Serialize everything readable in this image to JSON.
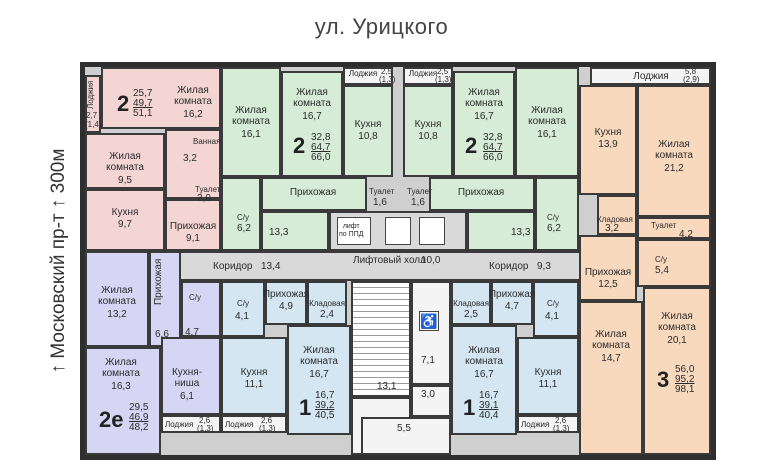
{
  "street": "ул. Урицкого",
  "side_note": "↑ Московский пр-т ↑ 300м",
  "labels": {
    "zhilaya_komnata": "Жилая\nкомната",
    "kuhnya": "Кухня",
    "prihozhaya": "Прихожая",
    "lodzhiya": "Лоджия",
    "tualet": "Туалет",
    "vannaya": "Ванная",
    "su": "С/у",
    "kladovaya": "Кладовая",
    "kuhnya_nisha": "Кухня-\nниша",
    "koridor": "Коридор",
    "liftovy_holl": "Лифтовый холл",
    "lift_label": "лифт\nпо ППД"
  },
  "apartments": [
    {
      "rooms": "2",
      "area_living": "25,7",
      "area_total": "49,7",
      "area_with_loggia": "51,1",
      "color": "#f3d6d4"
    },
    {
      "rooms": "2",
      "area_living": "32,8",
      "area_total": "64,7",
      "area_with_loggia": "66,0",
      "color": "#d6ecd6"
    },
    {
      "rooms": "2",
      "area_living": "32,8",
      "area_total": "64,7",
      "area_with_loggia": "66,0",
      "color": "#d6ecd6"
    },
    {
      "rooms": "3",
      "area_living": "56,0",
      "area_total": "95,2",
      "area_with_loggia": "98,1",
      "color": "#f9d9bd"
    },
    {
      "rooms": "2е",
      "area_living": "29,5",
      "area_total": "46,9",
      "area_with_loggia": "48,2",
      "color": "#d6d6f4"
    },
    {
      "rooms": "1",
      "area_living": "16,7",
      "area_total": "39,2",
      "area_with_loggia": "40,5",
      "color": "#d3e6f2"
    },
    {
      "rooms": "1",
      "area_living": "16,7",
      "area_total": "39,1",
      "area_with_loggia": "40,4",
      "color": "#d3e6f2"
    }
  ],
  "areas": {
    "a1_living1": "16,2",
    "a1_living2": "9,5",
    "a1_kitchen": "9,7",
    "a1_hall": "9,1",
    "a1_bath": "3,2",
    "a1_wc": "2,0",
    "a1_loggia": "2,7",
    "a1_loggia_red": "(1,4)",
    "a2_living1": "16,1",
    "a2_living2": "16,7",
    "a2_kitchen": "10,8",
    "a2_hall": "13,3",
    "a2_su": "6,2",
    "a2_wc": "1,6",
    "a2_loggia": "2,5",
    "a2_loggia_red": "(1,3)",
    "a3_living1": "16,1",
    "a3_living2": "16,7",
    "a3_kitchen": "10,8",
    "a3_hall": "13,3",
    "a3_su": "6,2",
    "a3_wc": "1,6",
    "a3_loggia": "2,5",
    "a3_loggia_red": "(1,3)",
    "a4_kitchen": "13,9",
    "a4_living1": "21,2",
    "a4_pantry": "3,2",
    "a4_wc": "4,2",
    "a4_su": "5,4",
    "a4_hall": "12,5",
    "a4_living2": "14,7",
    "a4_living3": "20,1",
    "a4_loggia": "5,8",
    "a4_loggia_red": "(2,9)",
    "a5_living1": "13,2",
    "a5_hall": "6,6",
    "a5_su": "4,7",
    "a5_living2": "16,3",
    "a5_niche": "6,1",
    "a5_loggia": "2,6",
    "a5_loggia_red": "(1,3)",
    "a6_su": "4,1",
    "a6_hall": "4,9",
    "a6_pantry": "2,4",
    "a6_kitchen": "11,1",
    "a6_living": "16,7",
    "a6_loggia": "2,6",
    "a6_loggia_red": "(1,3)",
    "a7_pantry": "2,5",
    "a7_hall": "4,7",
    "a7_su": "4,1",
    "a7_living": "16,7",
    "a7_kitchen": "11,1",
    "a7_loggia": "2,6",
    "a7_loggia_red": "(1,3)",
    "corridor_left": "13,4",
    "corridor_right": "9,3",
    "lift_hall": "10,0",
    "stair": "13,1",
    "vestibule": "7,1",
    "tambour": "3,0",
    "entry": "5,5"
  }
}
